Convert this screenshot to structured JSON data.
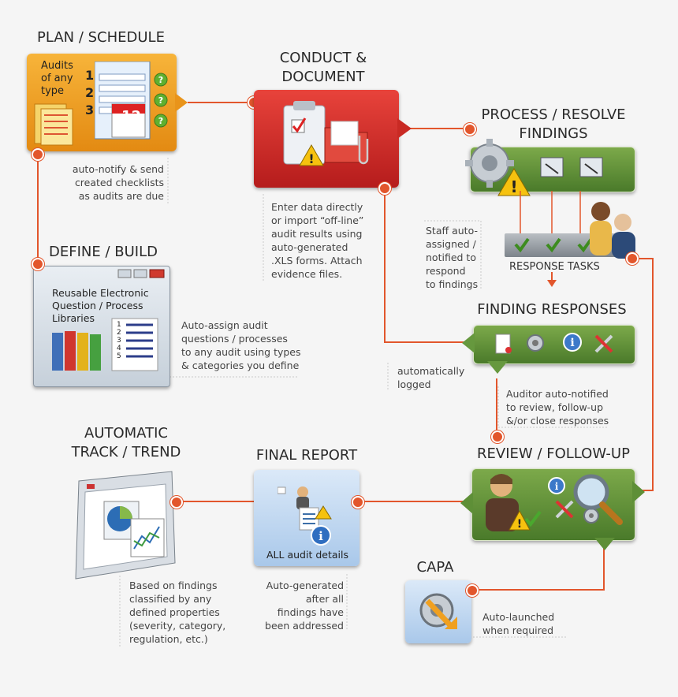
{
  "steps": {
    "plan": {
      "title": "PLAN / SCHEDULE",
      "box_text": "Audits\nof any\ntype",
      "numbers": [
        "1",
        "2",
        "3"
      ],
      "calendar_day": "12",
      "note": "auto-notify & send\ncreated checklists\nas audits are due"
    },
    "conduct": {
      "title": "CONDUCT &\nDOCUMENT",
      "note": "Enter data directly\nor import “off-line”\naudit results using\nauto-generated\n.XLS forms. Attach\nevidence files."
    },
    "process": {
      "title": "PROCESS / RESOLVE\nFINDINGS",
      "note": "Staff auto-\nassigned /\nnotified to\nrespond\nto findings",
      "tasks_label": "RESPONSE TASKS"
    },
    "define": {
      "title": "DEFINE / BUILD",
      "box_text": "Reusable Electronic\nQuestion / Process\nLibraries",
      "list_numbers": [
        "1",
        "2",
        "3",
        "4",
        "5"
      ],
      "note": "Auto-assign audit\nquestions / processes\nto any audit using types\n& categories you define"
    },
    "responses": {
      "title": "FINDING RESPONSES",
      "note_left": "automatically\nlogged",
      "note_below": "Auditor auto-notified\nto review, follow-up\n&/or close responses"
    },
    "review": {
      "title": "REVIEW / FOLLOW-UP"
    },
    "final": {
      "title": "FINAL REPORT",
      "box_text": "ALL audit details",
      "note": "Auto-generated\nafter all\nfindings have\nbeen addressed"
    },
    "track": {
      "title": "AUTOMATIC\nTRACK / TREND",
      "note": "Based on findings\nclassified by any\ndefined properties\n(severity, category,\nregulation, etc.)"
    },
    "capa": {
      "title": "CAPA",
      "note": "Auto-launched\nwhen required"
    }
  },
  "colors": {
    "connector": "#e2562c",
    "orange": "#f0a020",
    "red": "#d0302a",
    "green": "#5f8f38",
    "blue": "#bcd6f2"
  },
  "icons": [
    "checklist-icon",
    "calendar-icon",
    "help-icon",
    "clipboard-icon",
    "folder-icon",
    "warning-icon",
    "gear-icon",
    "window-icon",
    "check-icon",
    "person-icon",
    "binders-icon",
    "document-icon",
    "info-icon",
    "tools-icon",
    "magnifier-icon",
    "chart-icon",
    "report-icon"
  ]
}
